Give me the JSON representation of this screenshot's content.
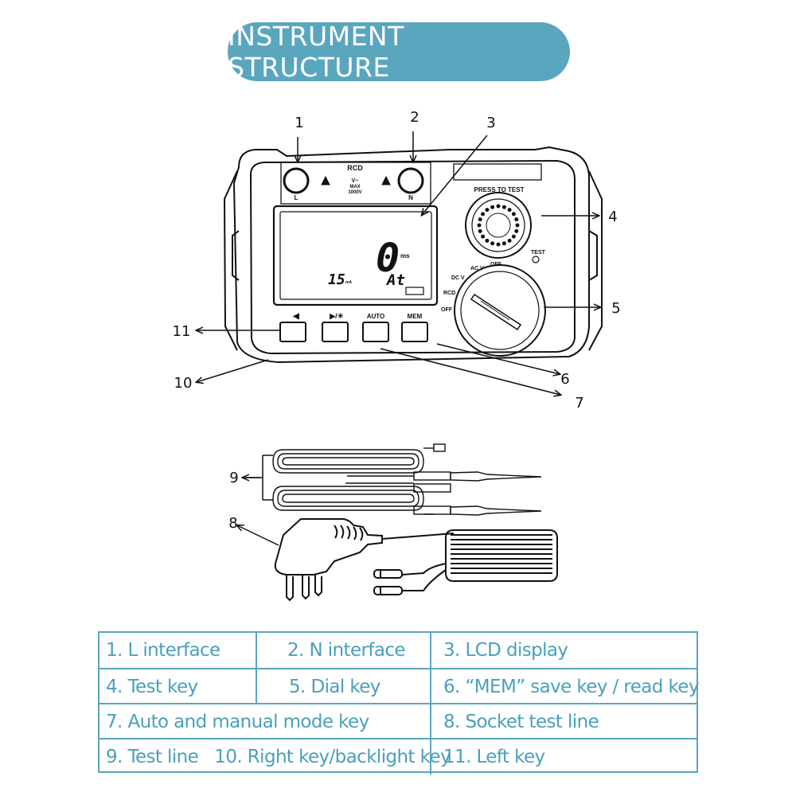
{
  "title": "INSTRUMENT STRUCTURE",
  "device": {
    "rcd_label": "RCD",
    "port_l": "L",
    "port_n": "N",
    "rating_line1": "V~",
    "rating_line2": "MAX",
    "rating_line3": "1000V",
    "press_to_test": "PRESS TO TEST",
    "test_label": "TEST",
    "lcd_main": "0",
    "lcd_unit": "ms",
    "lcd_current": "15",
    "lcd_current_unit": "mA",
    "lcd_mode": "At",
    "dial_positions": [
      "OFF",
      "AC V",
      "DC V",
      "RCD",
      "OFF"
    ],
    "buttons": [
      "◀",
      "▶/☀",
      "AUTO",
      "MEM"
    ]
  },
  "callouts": [
    "1",
    "2",
    "3",
    "4",
    "5",
    "6",
    "7",
    "8",
    "9",
    "10",
    "11"
  ],
  "legend": {
    "row1": [
      "1. L interface",
      "2. N interface",
      "3.  LCD display"
    ],
    "row2": [
      "4. Test key",
      "5. Dial key",
      "6.  “MEM”  save key / read key"
    ],
    "row3": [
      "7.  Auto and manual mode key",
      "8.  Socket test line"
    ],
    "row4": [
      "9. Test line   10. Right key/backlight key",
      "11. Left key"
    ]
  },
  "colors": {
    "accent": "#5aa6bf",
    "legend_text": "#4aa0bb",
    "ink": "#111111"
  }
}
